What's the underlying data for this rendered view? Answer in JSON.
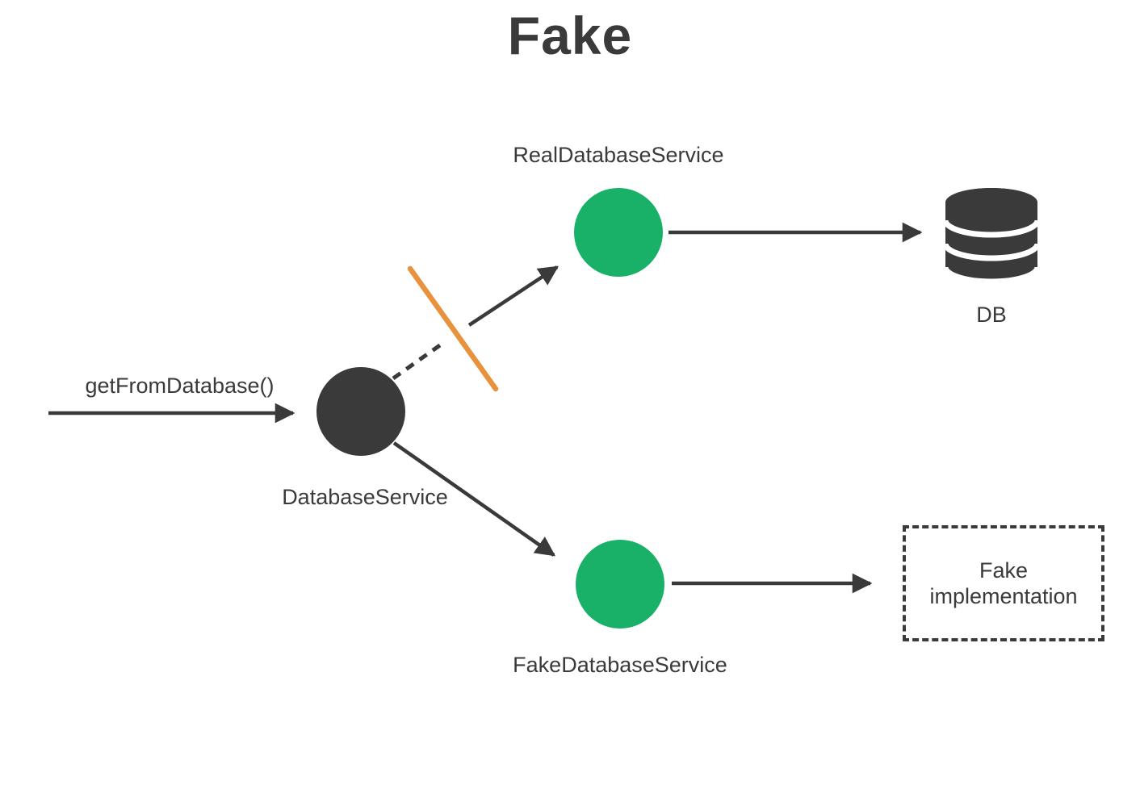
{
  "title": "Fake",
  "colors": {
    "dark": "#3a3a3a",
    "green": "#18b167",
    "orange": "#e8923e",
    "background": "#ffffff"
  },
  "nodes": {
    "database_service": {
      "label": "DatabaseService",
      "shape": "circle",
      "color": "#3a3a3a"
    },
    "real_database_service": {
      "label": "RealDatabaseService",
      "shape": "circle",
      "color": "#18b167"
    },
    "fake_database_service": {
      "label": "FakeDatabaseService",
      "shape": "circle",
      "color": "#18b167"
    },
    "db": {
      "label": "DB",
      "shape": "database-cylinder",
      "color": "#3a3a3a"
    },
    "fake_implementation": {
      "label": "Fake\nimplementation",
      "shape": "dashed-box"
    }
  },
  "edges": {
    "call": {
      "label": "getFromDatabase()",
      "from": "caller",
      "to": "database_service",
      "style": "solid-arrow"
    },
    "to_real": {
      "from": "database_service",
      "to": "real_database_service",
      "style": "dashed-then-arrow, crossed out by orange slash"
    },
    "real_to_db": {
      "from": "real_database_service",
      "to": "db",
      "style": "solid-arrow"
    },
    "to_fake": {
      "from": "database_service",
      "to": "fake_database_service",
      "style": "solid-arrow"
    },
    "fake_to_impl": {
      "from": "fake_database_service",
      "to": "fake_implementation",
      "style": "solid-arrow"
    }
  }
}
